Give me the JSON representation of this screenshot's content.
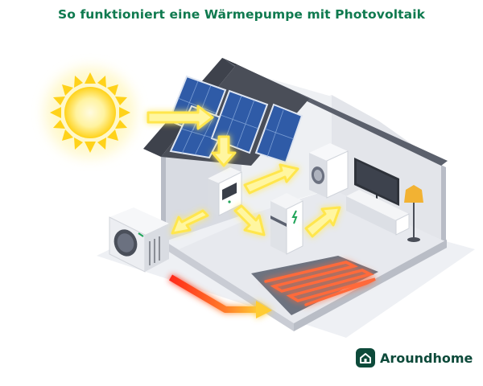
{
  "title": "So funktioniert eine Wärmepumpe mit Photovoltaik",
  "brand": {
    "name": "Aroundhome",
    "logo_icon": "house-icon",
    "color": "#0d4a3a"
  },
  "colors": {
    "title": "#0f7a4f",
    "energy_flow": "#ffe64d",
    "heat_flow": "#ff5a2a",
    "roof": "#4a4e58",
    "solar_panel": "#2f5ba7"
  },
  "components": [
    "sun",
    "solar-panels",
    "inverter",
    "battery-storage",
    "washing-machine",
    "television",
    "floor-lamp",
    "heat-pump",
    "underfloor-heating"
  ]
}
